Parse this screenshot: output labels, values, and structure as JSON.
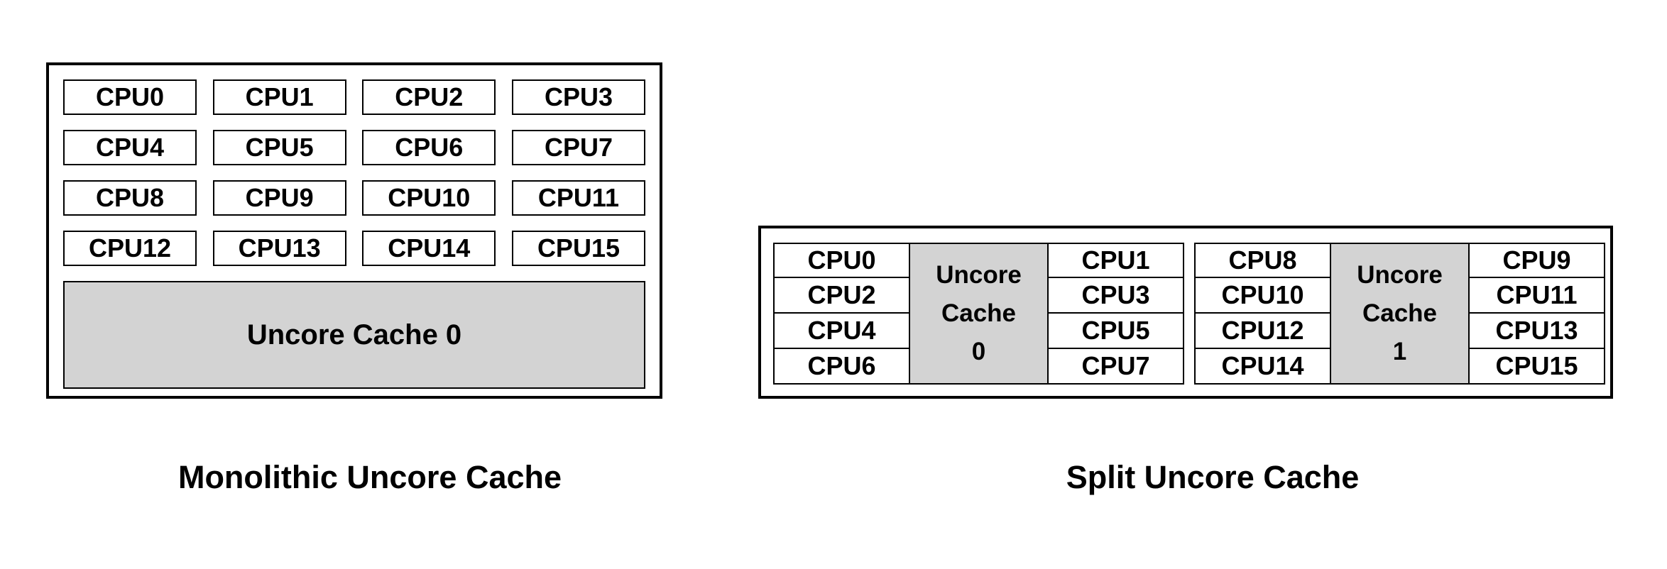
{
  "monolithic": {
    "caption": "Monolithic Uncore Cache",
    "cache_label": "Uncore Cache 0",
    "cpus": [
      "CPU0",
      "CPU1",
      "CPU2",
      "CPU3",
      "CPU4",
      "CPU5",
      "CPU6",
      "CPU7",
      "CPU8",
      "CPU9",
      "CPU10",
      "CPU11",
      "CPU12",
      "CPU13",
      "CPU14",
      "CPU15"
    ]
  },
  "split": {
    "caption": "Split Uncore Cache",
    "groups": [
      {
        "left_cpus": [
          "CPU0",
          "CPU2",
          "CPU4",
          "CPU6"
        ],
        "cache_lines": [
          "Uncore",
          "Cache",
          "0"
        ],
        "right_cpus": [
          "CPU1",
          "CPU3",
          "CPU5",
          "CPU7"
        ]
      },
      {
        "left_cpus": [
          "CPU8",
          "CPU10",
          "CPU12",
          "CPU14"
        ],
        "cache_lines": [
          "Uncore",
          "Cache",
          "1"
        ],
        "right_cpus": [
          "CPU9",
          "CPU11",
          "CPU13",
          "CPU15"
        ]
      }
    ]
  },
  "colors": {
    "background": "#ffffff",
    "border": "#000000",
    "cache_fill": "#d3d3d3",
    "text": "#000000"
  }
}
